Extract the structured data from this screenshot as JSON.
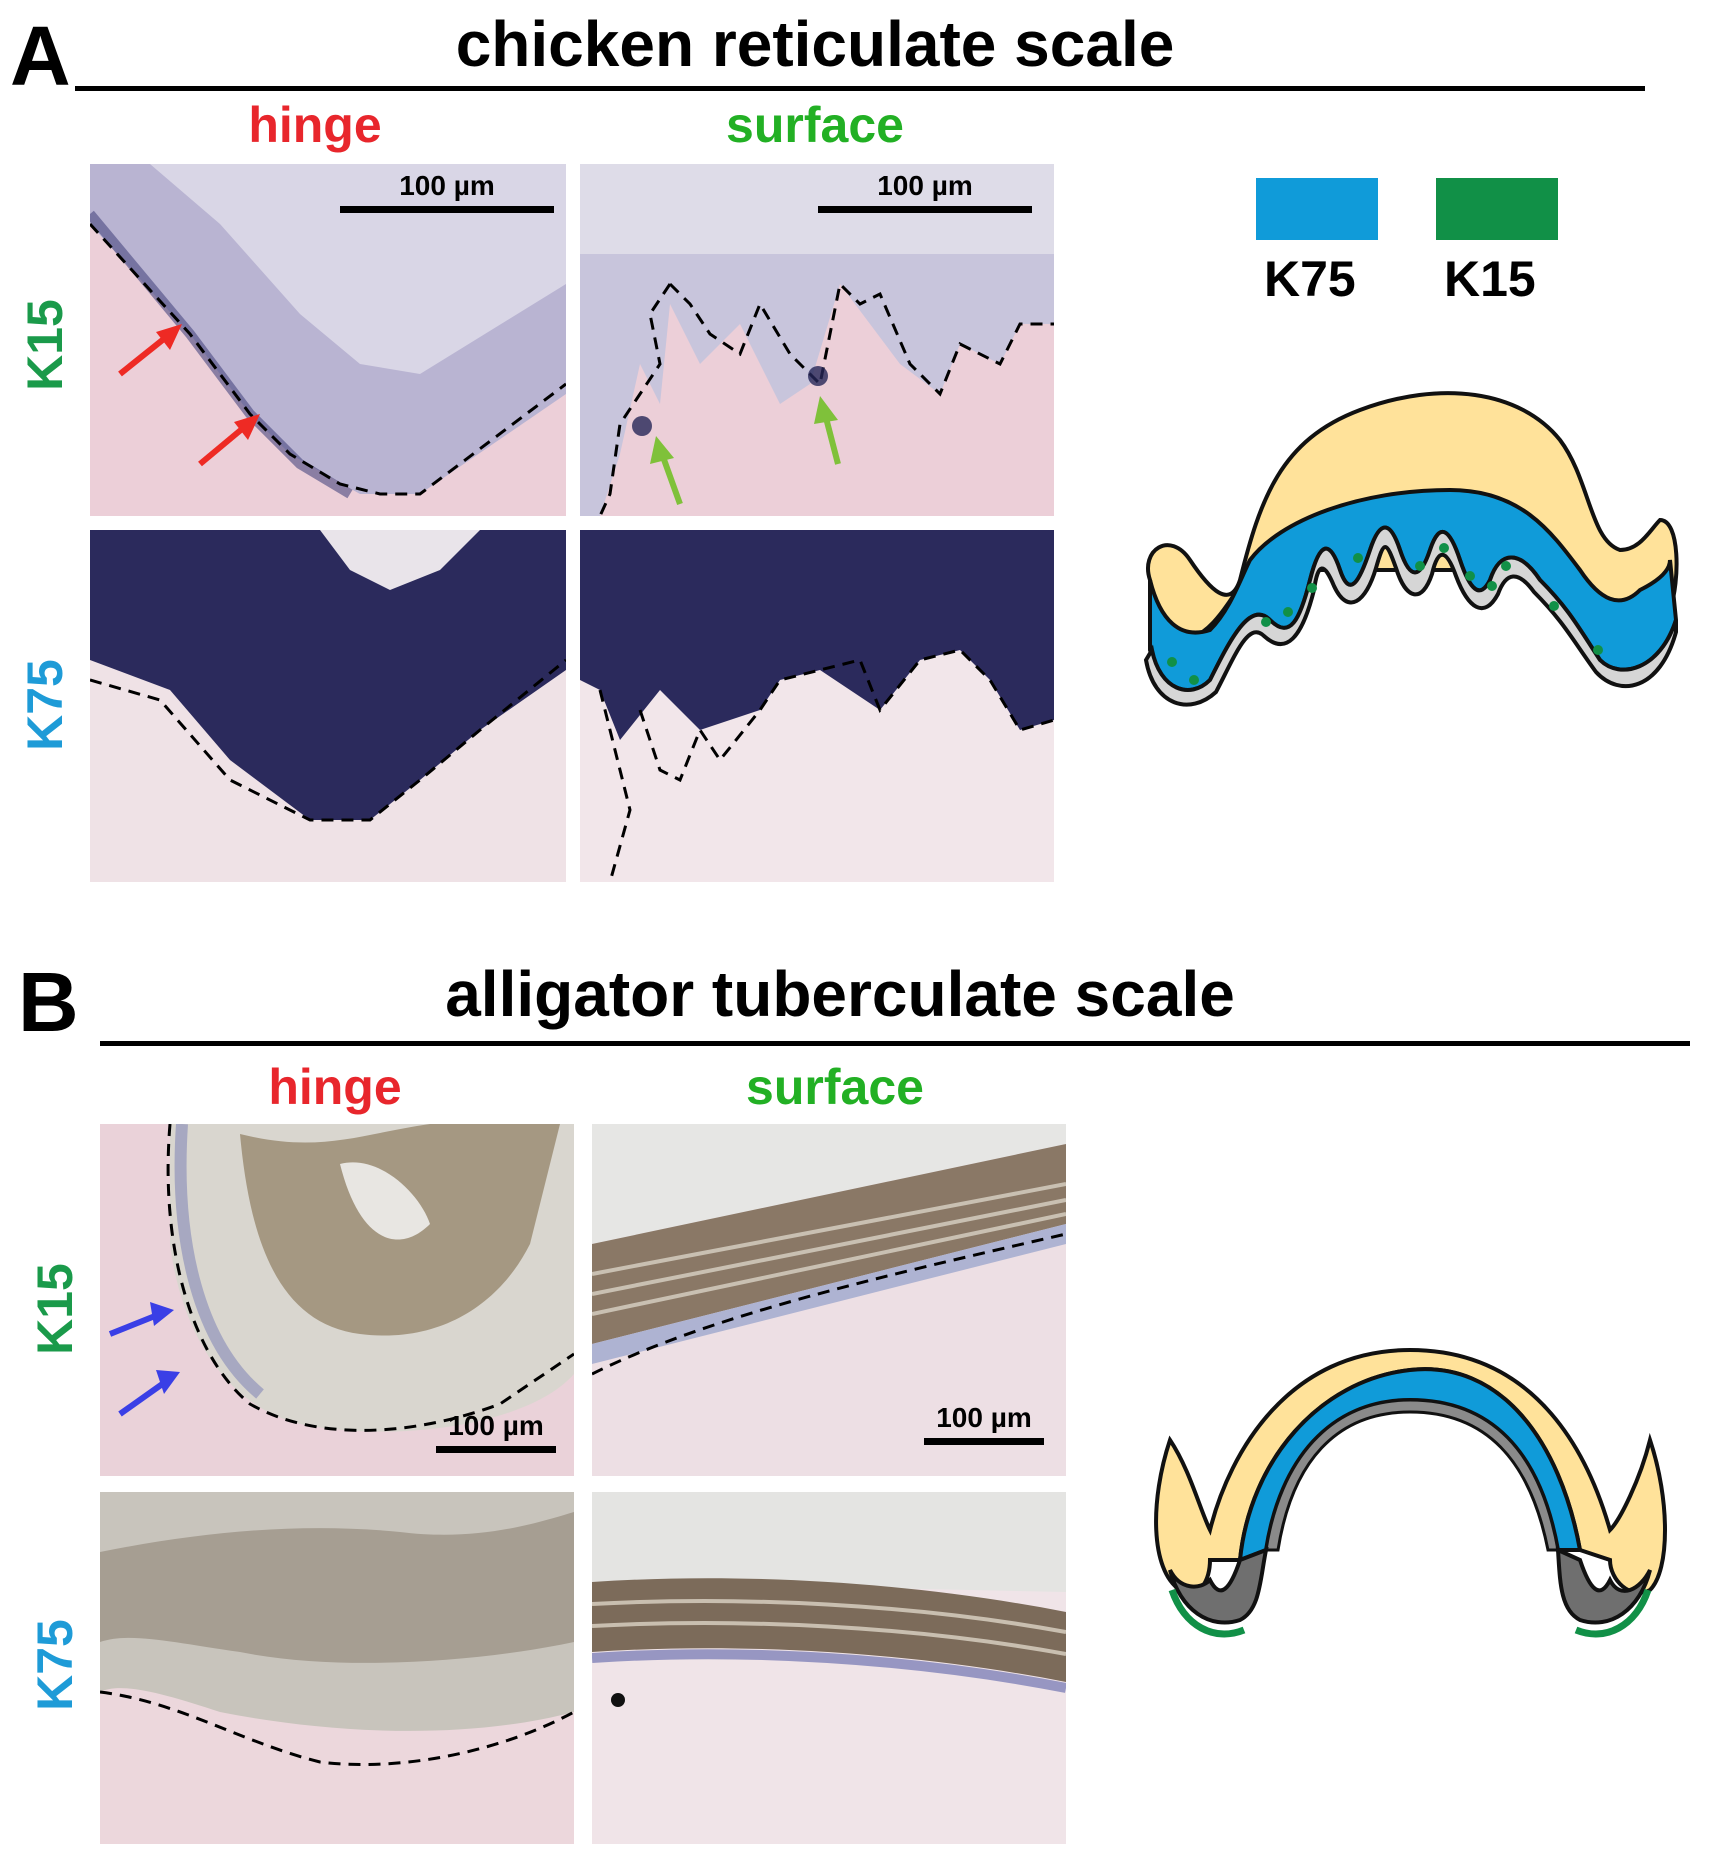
{
  "colors": {
    "hinge": "#e8262c",
    "surface": "#22b024",
    "k15_row": "#1a9a4a",
    "k75_row": "#1e9bd7",
    "k75_fill": "#109bd9",
    "k15_fill": "#119047",
    "epidermis_outer": "#ffe29a",
    "gray_layer": "#d6d6d6",
    "dark_gray_layer": "#6f6f6f",
    "stain_blue": "#262558",
    "tissue_pink": "#eccfd8",
    "arrow_red": "#ee2a24",
    "arrow_green": "#7fc13a",
    "arrow_blue": "#3a3fe6"
  },
  "panelA": {
    "letter": "A",
    "title": "chicken reticulate scale",
    "col_hinge": "hinge",
    "col_surface": "surface",
    "row_k15": "K15",
    "row_k75": "K75",
    "scale_hinge": "100 µm",
    "scale_surface": "100 µm",
    "legend": [
      {
        "label": "K75",
        "color": "#109bd9"
      },
      {
        "label": "K15",
        "color": "#119047"
      }
    ]
  },
  "panelB": {
    "letter": "B",
    "title": "alligator tuberculate scale",
    "col_hinge": "hinge",
    "col_surface": "surface",
    "row_k15": "K15",
    "row_k75": "K75",
    "scale_hinge": "100 µm",
    "scale_surface": "100 µm"
  }
}
